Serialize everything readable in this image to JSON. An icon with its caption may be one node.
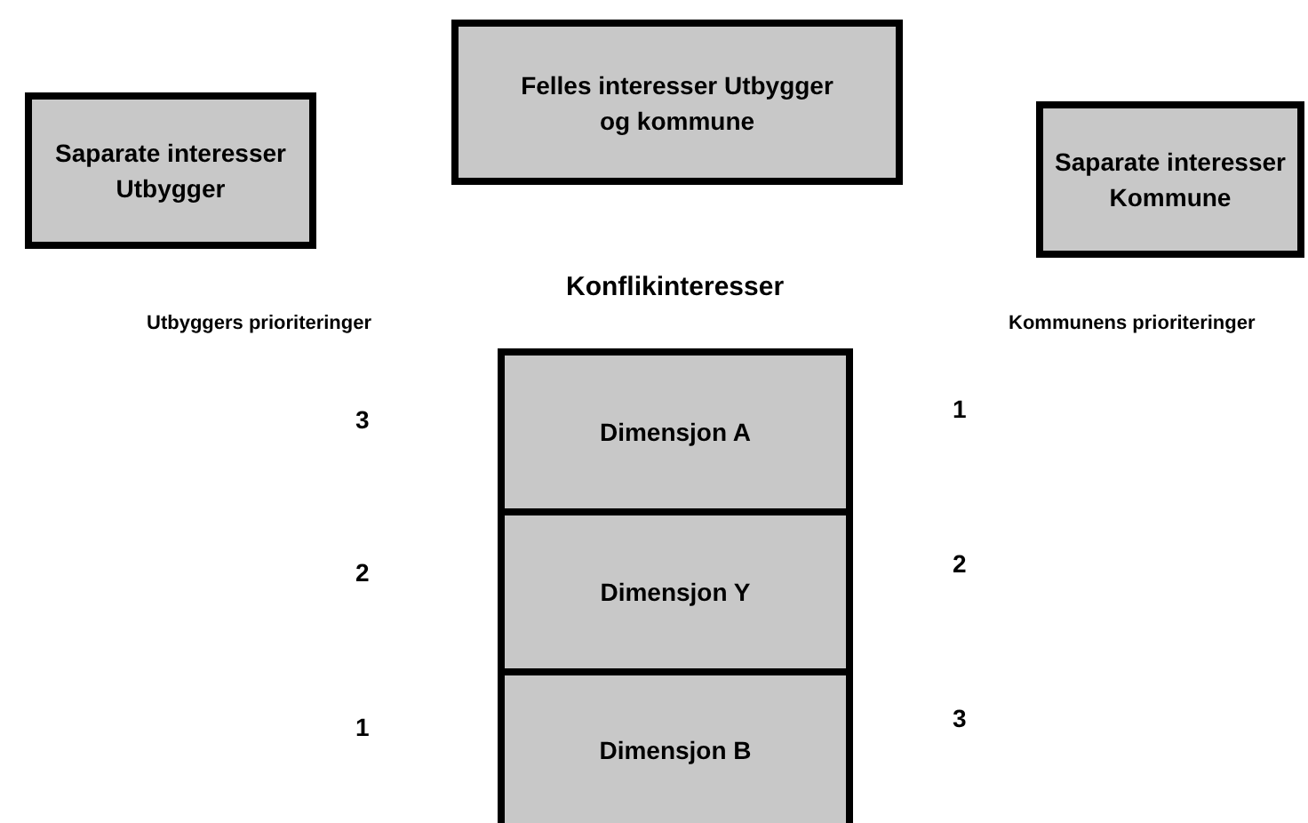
{
  "diagram": {
    "nodes": [
      {
        "text": [
          "Saparate interesser Utbygger"
        ]
      },
      {
        "text": [
          "Felles interesser Utbygger og kommune"
        ]
      },
      {
        "text": [
          "Saparate interesser Kommune"
        ]
      },
      {
        "text": [
          "Dimensjon A"
        ]
      },
      {
        "text": [
          "Dimensjon Y"
        ]
      },
      {
        "text": [
          "Dimensjon B"
        ]
      }
    ],
    "labels": [
      "Konflikinteresser",
      "Utbyggers prioriteringer",
      "Kommunens prioriteringer",
      "3",
      "1",
      "2",
      "2",
      "1",
      "3"
    ]
  }
}
